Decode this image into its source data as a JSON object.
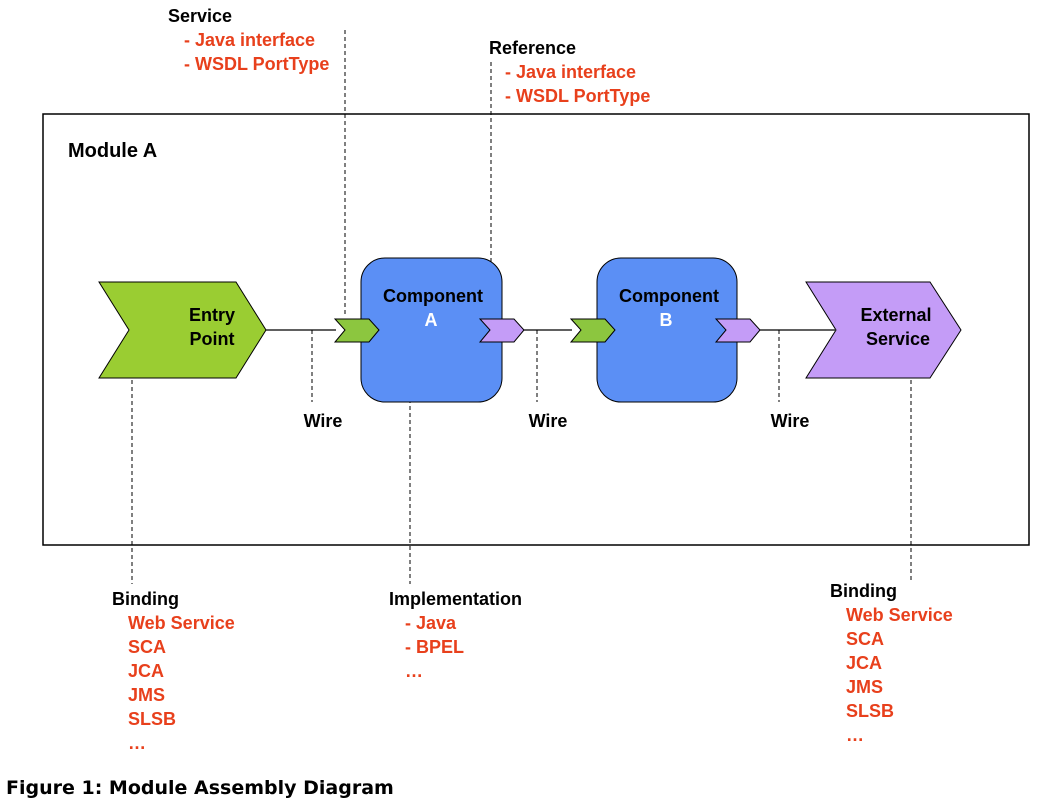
{
  "colors": {
    "entry_point": "#9acd32",
    "component": "#5b8ff5",
    "external_service": "#c49cf7",
    "service_port": "#8cc63f",
    "reference_port": "#c49cf7",
    "annotation_red": "#e8401c",
    "outline": "#000000"
  },
  "module": {
    "title": "Module A"
  },
  "service_note": {
    "title": "Service",
    "items": [
      "- Java interface",
      "- WSDL PortType"
    ]
  },
  "reference_note": {
    "title": "Reference",
    "items": [
      "- Java interface",
      "- WSDL PortType"
    ]
  },
  "entry_point": {
    "line1": "Entry",
    "line2": "Point"
  },
  "component_a": {
    "line1": "Component",
    "line2": "A"
  },
  "component_b": {
    "line1": "Component",
    "line2": "B"
  },
  "external_service": {
    "line1": "External",
    "line2": "Service"
  },
  "wires": [
    "Wire",
    "Wire",
    "Wire"
  ],
  "binding_left": {
    "title": "Binding",
    "items": [
      "Web Service",
      "SCA",
      "JCA",
      "JMS",
      "SLSB",
      "…"
    ]
  },
  "implementation": {
    "title": "Implementation",
    "items": [
      "- Java",
      "- BPEL",
      "…"
    ]
  },
  "binding_right": {
    "title": "Binding",
    "items": [
      "Web Service",
      "SCA",
      "JCA",
      "JMS",
      "SLSB",
      "…"
    ]
  },
  "caption": "Figure 1: Module Assembly Diagram"
}
